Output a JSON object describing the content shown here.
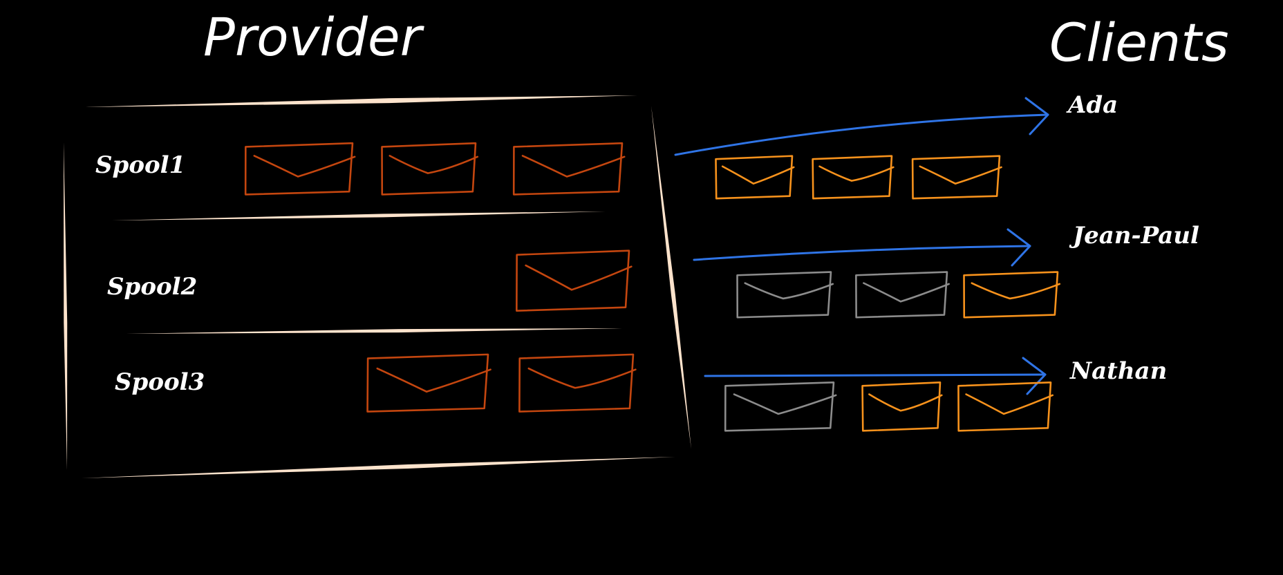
{
  "provider": {
    "title": "Provider",
    "spools": [
      {
        "label": "Spool1",
        "envelopes": 3
      },
      {
        "label": "Spool2",
        "envelopes": 1
      },
      {
        "label": "Spool3",
        "envelopes": 2
      }
    ]
  },
  "clients": {
    "title": "Clients",
    "items": [
      {
        "label": "Ada",
        "envelopes": [
          {
            "state": "orange"
          },
          {
            "state": "orange"
          },
          {
            "state": "orange"
          }
        ]
      },
      {
        "label": "Jean-Paul",
        "envelopes": [
          {
            "state": "gray"
          },
          {
            "state": "gray"
          },
          {
            "state": "orange"
          }
        ]
      },
      {
        "label": "Nathan",
        "envelopes": [
          {
            "state": "gray"
          },
          {
            "state": "orange"
          },
          {
            "state": "orange"
          }
        ]
      }
    ]
  },
  "colors": {
    "background": "#000000",
    "text": "#ffffff",
    "frame": "#fde3cc",
    "spool_envelope": "#c4460f",
    "client_envelope": "#f7921c",
    "delivered_envelope": "#8c8c8c",
    "arrow": "#2f74e6"
  },
  "icons": {
    "envelope": "envelope-icon",
    "arrow": "arrow-right-icon"
  }
}
